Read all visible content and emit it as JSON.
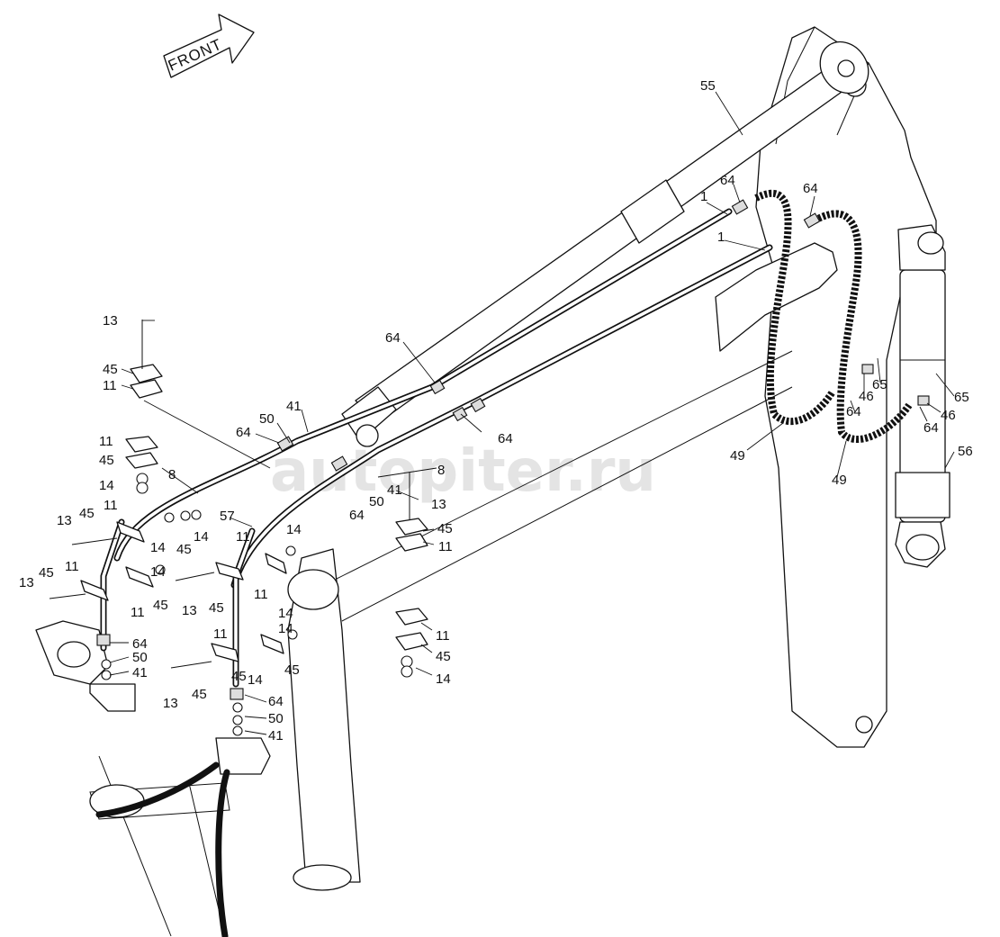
{
  "front_label": "FRONT",
  "watermark": "autopiter.ru",
  "callouts": [
    "55",
    "64",
    "1",
    "64",
    "1",
    "64",
    "41",
    "50",
    "64",
    "8",
    "41",
    "50",
    "64",
    "64",
    "13",
    "45",
    "11",
    "11",
    "45",
    "14",
    "8",
    "11",
    "57",
    "45",
    "13",
    "14",
    "45",
    "13",
    "14",
    "14",
    "45",
    "13",
    "11",
    "11",
    "45",
    "11",
    "45",
    "14",
    "64",
    "50",
    "41",
    "11",
    "11",
    "45",
    "13",
    "14",
    "14",
    "45",
    "64",
    "50",
    "41",
    "13",
    "45",
    "11",
    "14",
    "45",
    "11",
    "45",
    "14",
    "46",
    "65",
    "64",
    "65",
    "46",
    "64",
    "49",
    "49",
    "56"
  ]
}
